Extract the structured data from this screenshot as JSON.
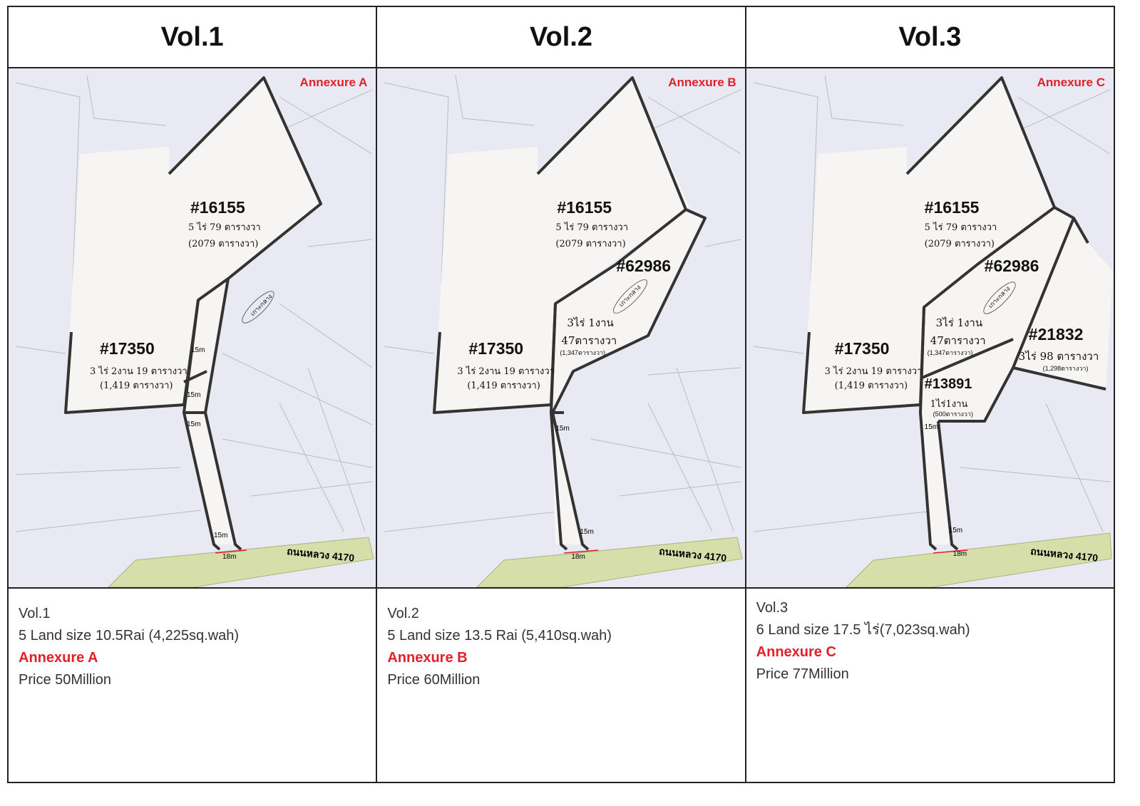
{
  "panels": [
    {
      "title": "Vol.1",
      "annexure": "Annexure A",
      "road": "ถนนหลวง 4170",
      "island": "เกาะกลาง",
      "plots": [
        {
          "id": "#16155",
          "area": "5 ไร่ 79 ตารางวา",
          "total": "(2079 ตารางวา)"
        },
        {
          "id": "#17350",
          "area": "3 ไร่ 2งาน 19 ตารางวา",
          "total": "(1,419 ตารางวา)"
        }
      ],
      "measures": [
        "15m",
        "15m",
        "15m",
        "15m",
        "18m"
      ],
      "info": {
        "vol": "Vol.1",
        "size": "5 Land size 10.5Rai (4,225sq.wah)",
        "annexure": "Annexure A",
        "price": "Price 50Million"
      }
    },
    {
      "title": "Vol.2",
      "annexure": "Annexure B",
      "road": "ถนนหลวง 4170",
      "island": "เกาะกลาง",
      "plots": [
        {
          "id": "#16155",
          "area": "5 ไร่ 79 ตารางวา",
          "total": "(2079 ตารางวา)"
        },
        {
          "id": "#17350",
          "area": "3 ไร่ 2งาน 19 ตารางวา",
          "total": "(1,419 ตารางวา)"
        },
        {
          "id": "#62986",
          "area": "3ไร่ 1งาน",
          "area2": "47ตารางวา",
          "total": "(1,347ตารางวา)"
        }
      ],
      "measures": [
        "15m",
        "15m",
        "18m"
      ],
      "info": {
        "vol": "Vol.2",
        "size": "5 Land size 13.5 Rai (5,410sq.wah)",
        "annexure": "Annexure B",
        "price": "Price 60Million"
      }
    },
    {
      "title": "Vol.3",
      "annexure": "Annexure C",
      "road": "ถนนหลวง 4170",
      "island": "เกาะกลาง",
      "plots": [
        {
          "id": "#16155",
          "area": "5 ไร่ 79 ตารางวา",
          "total": "(2079 ตารางวา)"
        },
        {
          "id": "#17350",
          "area": "3 ไร่ 2งาน 19 ตารางวา",
          "total": "(1,419 ตารางวา)"
        },
        {
          "id": "#62986",
          "area": "3ไร่ 1งาน",
          "area2": "47ตารางวา",
          "total": "(1,347ตารางวา)"
        },
        {
          "id": "#21832",
          "area": "3ไร่ 98 ตารางวา",
          "total": "(1,298ตารางวา)"
        },
        {
          "id": "#13891",
          "area": "1ไร่1งาน",
          "total": "(500ตารางวา)"
        }
      ],
      "measures": [
        "15m",
        "15m",
        "18m"
      ],
      "info": {
        "vol": "Vol.3",
        "size": "6 Land size 17.5 ไร่(7,023sq.wah)",
        "annexure": "Annexure C",
        "price": "Price 77Million"
      }
    }
  ]
}
